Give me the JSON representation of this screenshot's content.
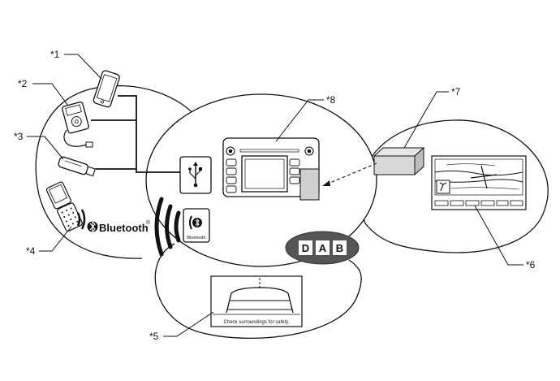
{
  "callouts": {
    "c1": "*1",
    "c2": "*2",
    "c3": "*3",
    "c4": "*4",
    "c5": "*5",
    "c6": "*6",
    "c7": "*7",
    "c8": "*8"
  },
  "labels": {
    "bluetooth_text": "Bluetooth",
    "bluetooth_reg": "®",
    "bluetooth_badge_text": "Bluetooth",
    "dab_letters": [
      "D",
      "A",
      "B"
    ],
    "camera_caption": "Check surroundings for safety."
  },
  "colors": {
    "line": "#111111",
    "dab_fill": "#555555",
    "box_fill": "#d8d8d8",
    "box_side": "#bdbdbd"
  }
}
